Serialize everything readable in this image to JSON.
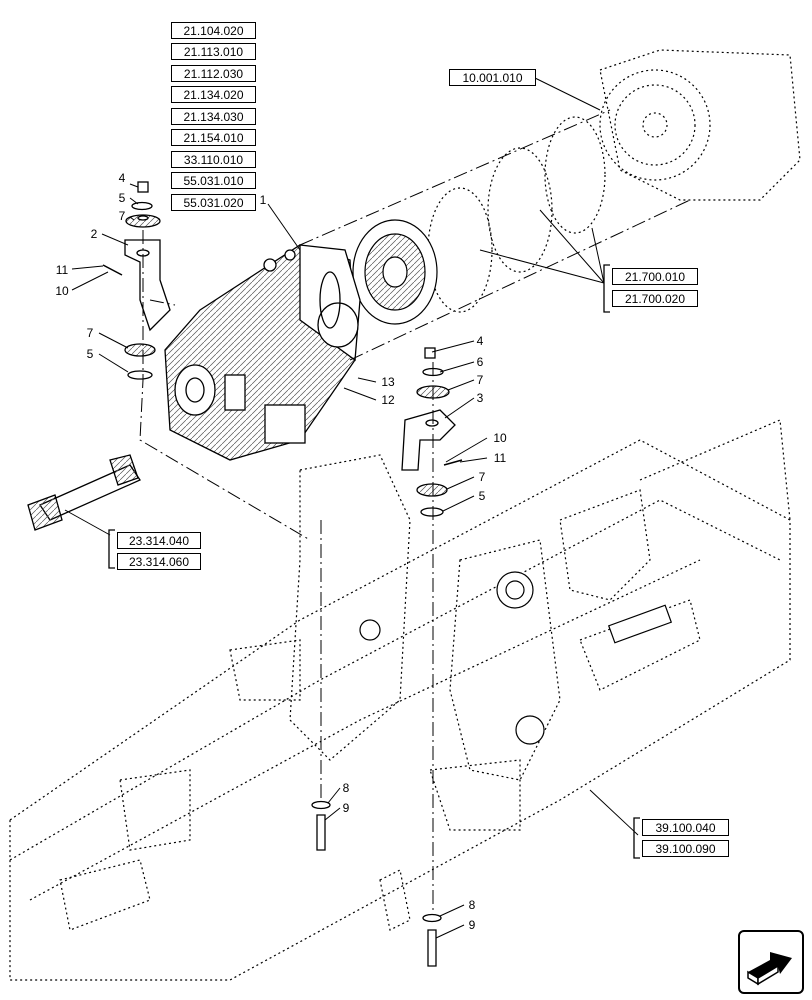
{
  "ref_groups": {
    "top_list": [
      "21.104.020",
      "21.113.010",
      "21.112.030",
      "21.134.020",
      "21.134.030",
      "21.154.010",
      "33.110.010",
      "55.031.010",
      "55.031.020"
    ],
    "engine": [
      "10.001.010"
    ],
    "clutch_plates": [
      "21.700.010",
      "21.700.020"
    ],
    "driveshaft": [
      "23.314.040",
      "23.314.060"
    ],
    "frame": [
      "39.100.040",
      "39.100.090"
    ]
  },
  "callouts": {
    "main_assembly": "1",
    "left_mount": {
      "nut_top": "4",
      "washer_top": "5",
      "cushion_top": "7",
      "bracket": "2",
      "screw": "11",
      "washer_screw": "10",
      "cushion_bottom": "7",
      "washer_bottom": "5"
    },
    "right_mount": {
      "nut_top": "4",
      "spacer": "6",
      "cushion_top": "7",
      "bracket": "3",
      "washer_screw": "10",
      "screw": "11",
      "cushion_bottom": "7",
      "washer_bottom": "5"
    },
    "center": {
      "item_13": "13",
      "item_12": "12"
    },
    "bolts_left": {
      "washer": "8",
      "bolt": "9"
    },
    "bolts_right": {
      "washer": "8",
      "bolt": "9"
    }
  },
  "nav": {
    "icon": "next-page-arrow-icon"
  }
}
